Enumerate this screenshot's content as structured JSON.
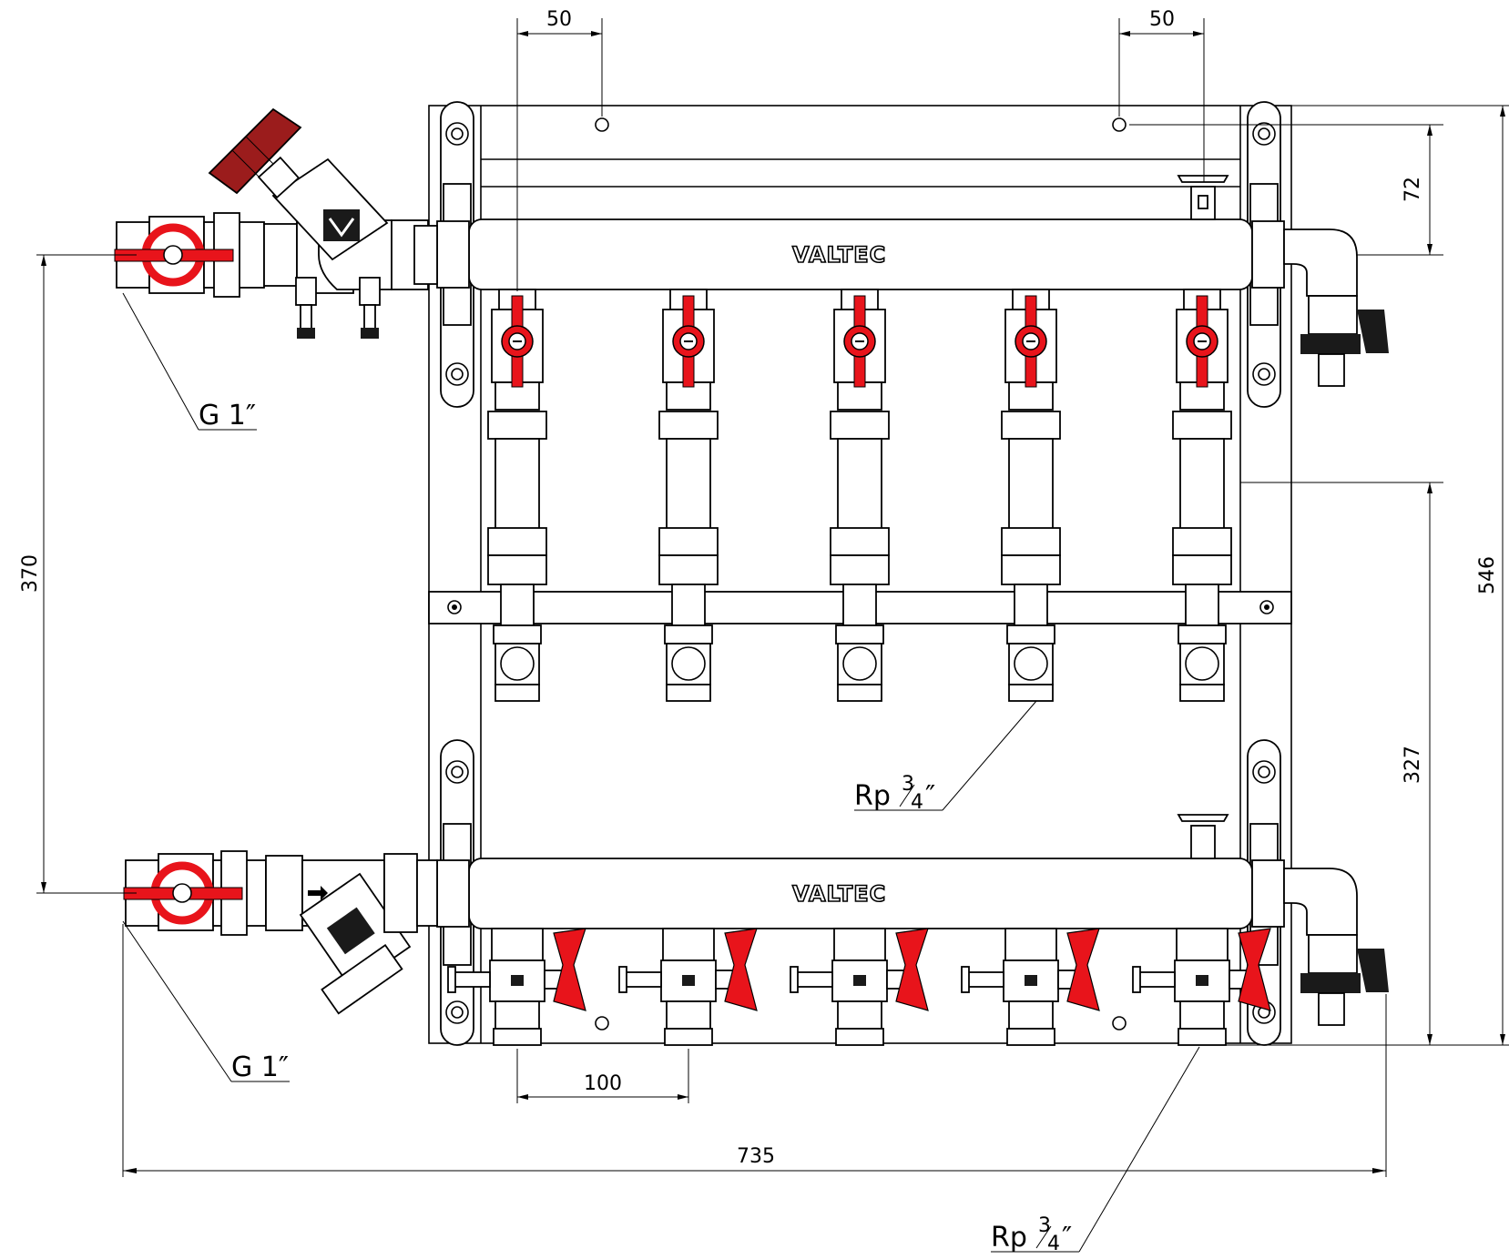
{
  "brand": {
    "logo_text": "VALTEC"
  },
  "dimensions": {
    "top_left_offset": "50",
    "top_right_offset": "50",
    "left_height": "370",
    "right_top_offset": "72",
    "right_lower_height": "327",
    "right_total_height": "546",
    "outlet_spacing": "100",
    "total_width": "735"
  },
  "callouts": {
    "inlet_top": "G 1″",
    "inlet_bottom": "G 1″",
    "outlet_top_main": "Rp ",
    "outlet_top_frac_num": "3",
    "outlet_top_frac_den": "4",
    "outlet_top_quote": "″",
    "outlet_bottom_main": "Rp ",
    "outlet_bottom_frac_num": "3",
    "outlet_bottom_frac_den": "4",
    "outlet_bottom_quote": "″"
  },
  "colors": {
    "valve_handle": "#e8141b",
    "balancing_handle": "#9b1c1c",
    "dark": "#1a1a1a"
  },
  "outlets": {
    "count": 5
  }
}
